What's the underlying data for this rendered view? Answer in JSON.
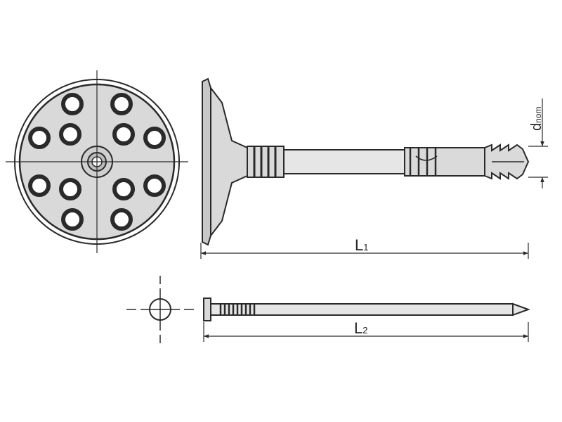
{
  "labels": {
    "l1_main": "L",
    "l1_sub": "1",
    "l2_main": "L",
    "l2_sub": "2",
    "dnom_main": "d",
    "dnom_sub": "nom"
  },
  "colors": {
    "stroke": "#2a2a2a",
    "washer_fill": "#d9d9d9",
    "body_fill": "#e6e6e6",
    "hole_fill": "#ffffff"
  }
}
